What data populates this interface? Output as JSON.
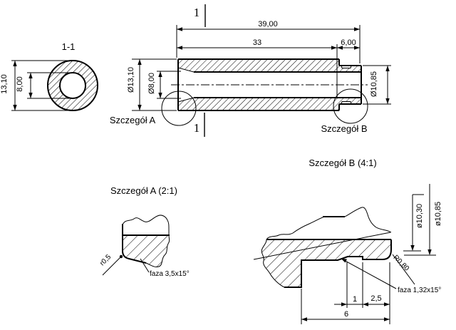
{
  "drawing": {
    "colors": {
      "line": "#000000",
      "background": "#ffffff"
    },
    "section_view": {
      "title": "1-1",
      "dim_outer": "13,10",
      "dim_bore": "8,00"
    },
    "main_view": {
      "section_mark_top": "1",
      "section_mark_bottom": "1",
      "dim_total_length": "39,00",
      "dim_body_length": "33",
      "dim_tip_length": "6,00",
      "dim_outer_dia": "Ø13,10",
      "dim_bore_dia": "Ø8,00",
      "dim_tip_dia": "Ø10,85",
      "detail_a_callout": "Szczegół A",
      "detail_b_callout": "Szczegół B"
    },
    "detail_a": {
      "title": "Szczegół A (2:1)",
      "radius": "r0,5",
      "chamfer": "faza 3,5x15°"
    },
    "detail_b": {
      "title": "Szczegół B (4:1)",
      "dia_groove": "ø10,30",
      "dia_outer": "ø10,85",
      "radius": "R0,80",
      "chamfer": "faza 1,32x15°",
      "dim_groove_width": "1",
      "dim_tip_end": "2,5",
      "dim_tip_total": "6"
    }
  }
}
